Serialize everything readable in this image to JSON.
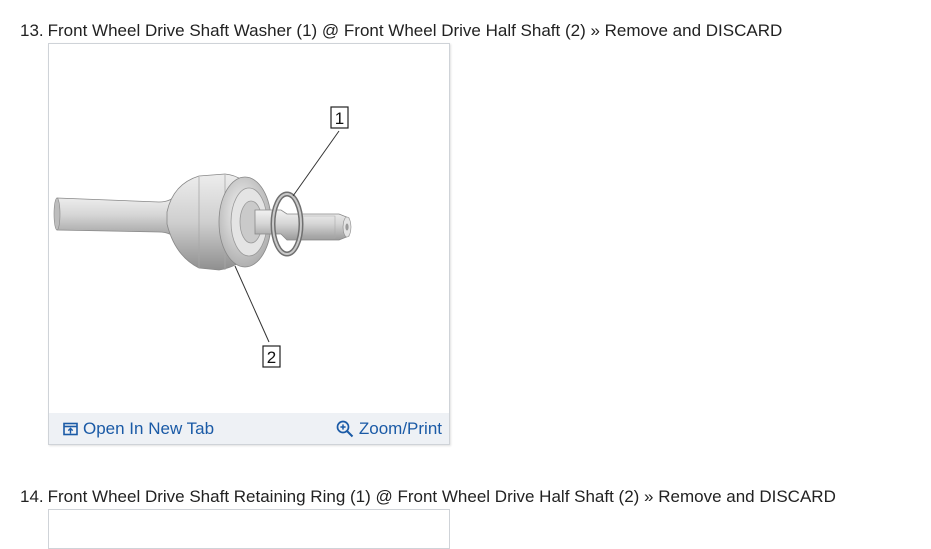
{
  "steps": [
    {
      "number": "13.",
      "text": "Front Wheel Drive Shaft Washer (1) @ Front Wheel Drive Half Shaft (2) » Remove and DISCARD",
      "callouts": [
        "1",
        "2"
      ]
    },
    {
      "number": "14.",
      "text": "Front Wheel Drive Shaft Retaining Ring (1) @ Front Wheel Drive Half Shaft (2) » Remove and DISCARD"
    }
  ],
  "figure_toolbar": {
    "open_label": "Open In New Tab",
    "zoom_label": "Zoom/Print",
    "open_icon": "open-new-tab-icon",
    "zoom_icon": "zoom-in-icon",
    "link_color": "#1a5aa6"
  }
}
